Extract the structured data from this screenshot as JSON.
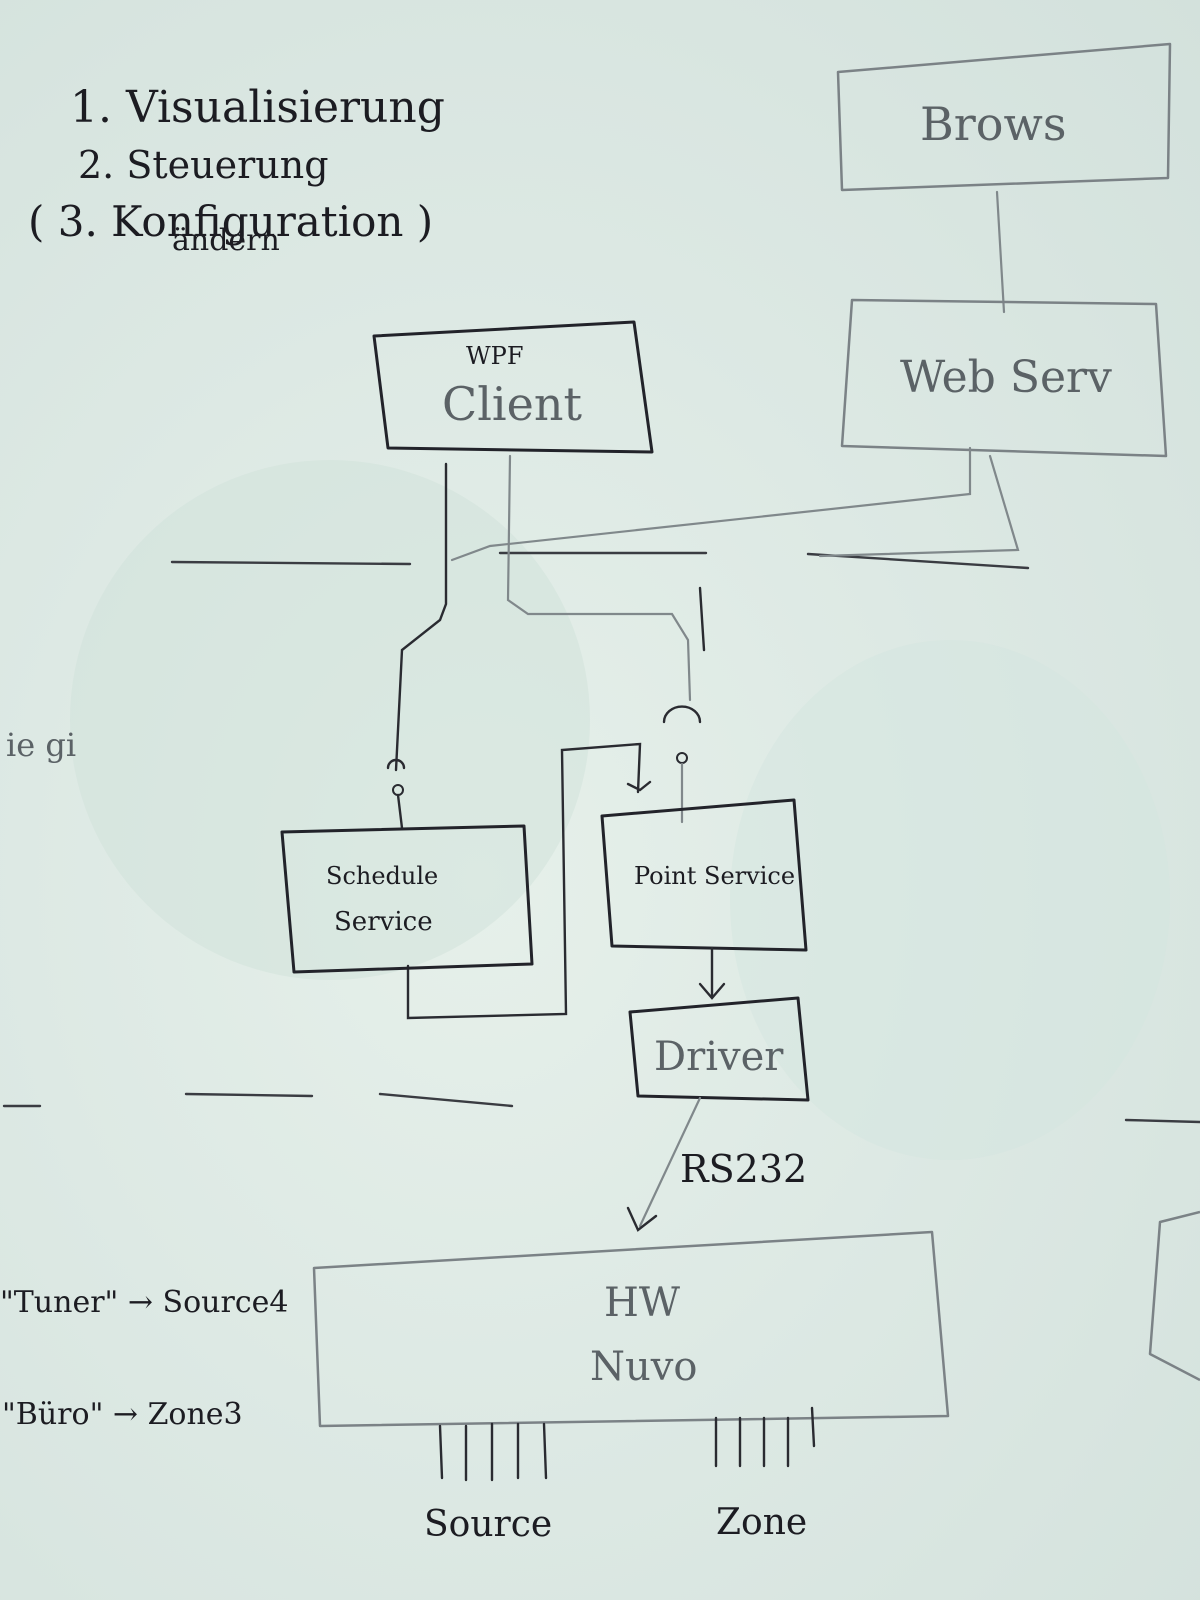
{
  "notes": {
    "line1": "1. Visualisierung",
    "line2": "2. Steuerung",
    "line3": "( 3. Konfiguration )",
    "line3b": "ändern"
  },
  "boxes": {
    "browser": "Brows",
    "web_server": "Web Serv",
    "wpf": "WPF",
    "client": "Client",
    "schedule_line1": "Schedule",
    "schedule_line2": "Service",
    "point_service": "Point Service",
    "driver": "Driver",
    "hw": "HW",
    "nuvo": "Nuvo"
  },
  "connection_label": "RS232",
  "left_notes": {
    "partial": "ie gi",
    "tuner": "\"Tuner\" → Source4",
    "buero": "\"Büro\" → Zone3"
  },
  "ports": {
    "source": "Source",
    "zone": "Zone"
  },
  "colors": {
    "ink": "#1c1c22",
    "faint_ink": "#5b6266",
    "board": "#dde9e4"
  }
}
